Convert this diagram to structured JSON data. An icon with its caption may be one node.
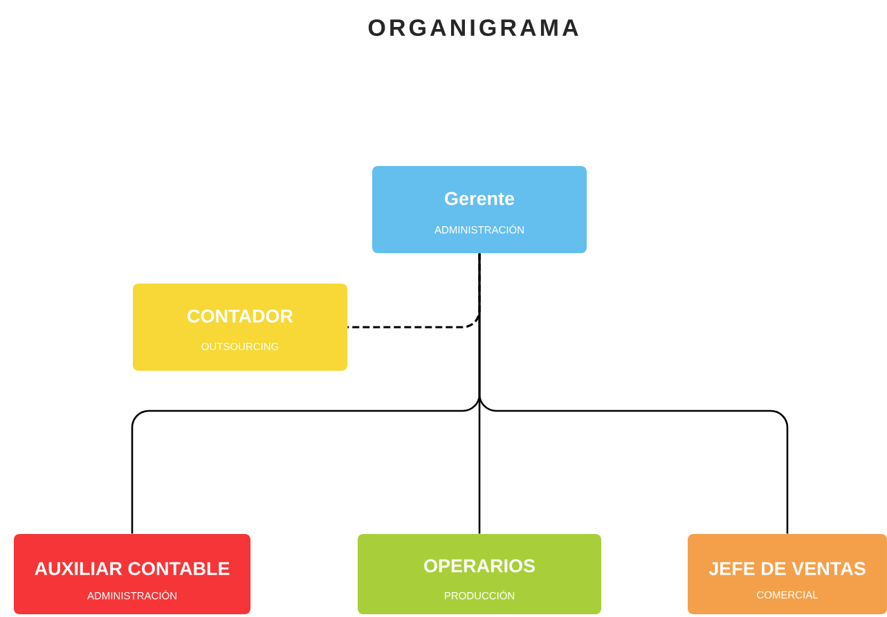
{
  "diagram": {
    "title": "ORGANIGRAMA",
    "nodes": [
      {
        "text": [
          "Gerente",
          "ADMINISTRACIÓN"
        ]
      },
      {
        "text": [
          "CONTADOR",
          "OUTSOURCING"
        ]
      },
      {
        "text": [
          "AUXILIAR CONTABLE",
          "ADMINISTRACIÓN"
        ]
      },
      {
        "text": [
          "OPERARIOS",
          "PRODUCCIÓN"
        ]
      },
      {
        "text": [
          "JEFE DE VENTAS",
          "COMERCIAL"
        ]
      }
    ],
    "edges": [
      {
        "from": 0,
        "to": 1,
        "arrow": "none",
        "style": "dashed"
      },
      {
        "from": 0,
        "to": 2,
        "arrow": "none"
      },
      {
        "from": 0,
        "to": 3,
        "arrow": "none"
      },
      {
        "from": 0,
        "to": 4,
        "arrow": "none"
      }
    ]
  }
}
